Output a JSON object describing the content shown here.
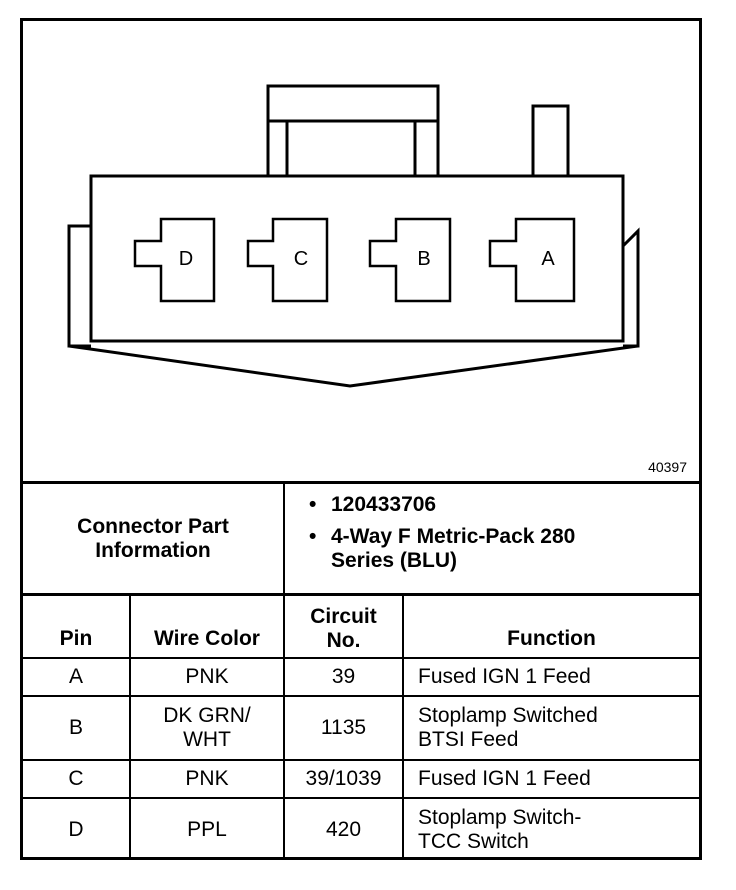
{
  "figure_id": "40397",
  "pins_drawing": [
    "D",
    "C",
    "B",
    "A"
  ],
  "connector_info": {
    "label_line1": "Connector Part",
    "label_line2": "Information",
    "part_number": "120433706",
    "description_line1": "4-Way F Metric-Pack 280",
    "description_line2": "Series (BLU)"
  },
  "table": {
    "headers": {
      "pin": "Pin",
      "wire_color": "Wire Color",
      "circuit_line1": "Circuit",
      "circuit_line2": "No.",
      "function": "Function"
    },
    "rows": [
      {
        "pin": "A",
        "wire1": "PNK",
        "wire2": "",
        "circuit": "39",
        "func1": "Fused IGN 1 Feed",
        "func2": ""
      },
      {
        "pin": "B",
        "wire1": "DK GRN/",
        "wire2": "WHT",
        "circuit": "1135",
        "func1": "Stoplamp Switched",
        "func2": "BTSI Feed"
      },
      {
        "pin": "C",
        "wire1": "PNK",
        "wire2": "",
        "circuit": "39/1039",
        "func1": "Fused IGN 1 Feed",
        "func2": ""
      },
      {
        "pin": "D",
        "wire1": "PPL",
        "wire2": "",
        "circuit": "420",
        "func1": "Stoplamp Switch-",
        "func2": "TCC Switch"
      }
    ]
  }
}
